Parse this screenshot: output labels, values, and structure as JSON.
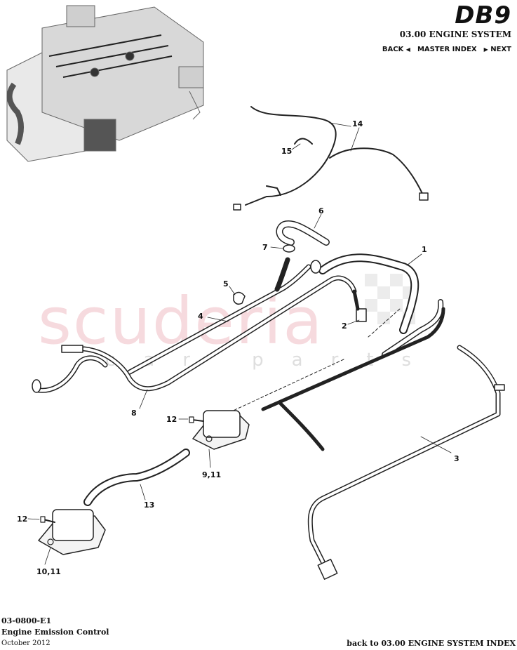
{
  "header": {
    "logo": "DB9",
    "system_title": "03.00 ENGINE SYSTEM",
    "nav": {
      "back": "BACK",
      "master_index": "MASTER INDEX",
      "next": "NEXT"
    }
  },
  "watermark": {
    "main": "scuderia",
    "sub": "car parts"
  },
  "callouts": {
    "c1": "1",
    "c2": "2",
    "c3": "3",
    "c4": "4",
    "c5": "5",
    "c6": "6",
    "c7": "7",
    "c8": "8",
    "c9_11": "9,11",
    "c10_11": "10,11",
    "c12a": "12",
    "c12b": "12",
    "c13": "13",
    "c14": "14",
    "c15": "15"
  },
  "footer": {
    "code": "03-0800-E1",
    "name": "Engine Emission Control",
    "date": "October 2012",
    "back_link": "back to 03.00 ENGINE SYSTEM INDEX"
  }
}
